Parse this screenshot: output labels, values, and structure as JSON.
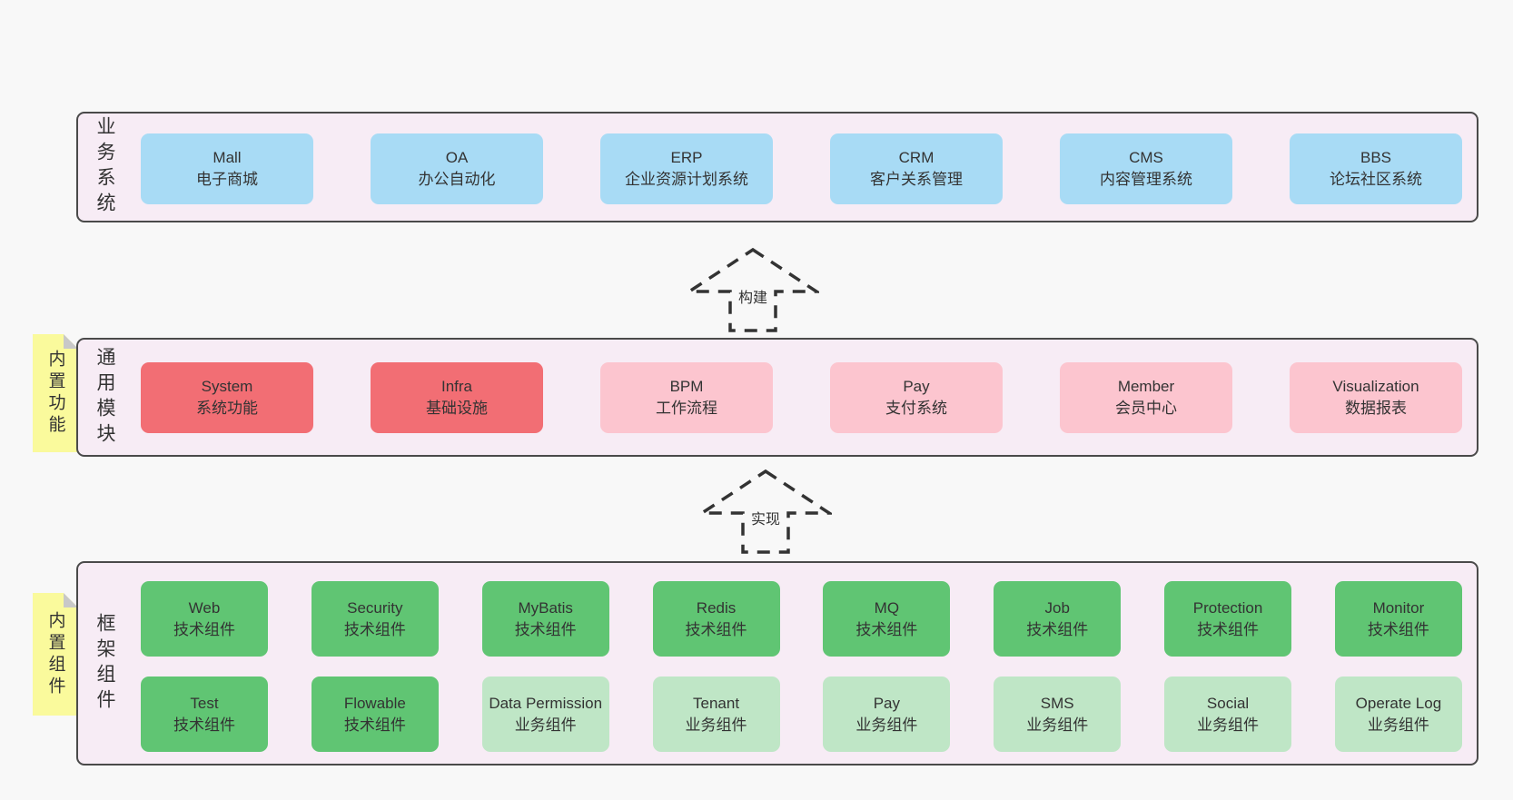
{
  "colors": {
    "page_bg": "#f8f8f8",
    "layer_bg": "#f7ecf5",
    "layer_border": "#4a4a4a",
    "blue_box": "#a8dbf5",
    "red_box": "#f26e74",
    "pink_box": "#fcc5cf",
    "green_box": "#60c573",
    "light_green_box": "#bfe6c6",
    "note_yellow": "#fafa9c",
    "note_fold_gray": "#c8c8c8",
    "text": "#333333",
    "arrow_stroke": "#333333"
  },
  "arrows": {
    "build": "构建",
    "implement": "实现"
  },
  "layers": {
    "business": {
      "label": "业务系统",
      "items": [
        {
          "name": "Mall",
          "desc": "电子商城"
        },
        {
          "name": "OA",
          "desc": "办公自动化"
        },
        {
          "name": "ERP",
          "desc": "企业资源计划系统"
        },
        {
          "name": "CRM",
          "desc": "客户关系管理"
        },
        {
          "name": "CMS",
          "desc": "内容管理系统"
        },
        {
          "name": "BBS",
          "desc": "论坛社区系统"
        }
      ]
    },
    "modules": {
      "label": "通用模块",
      "note": "内置功能",
      "items": [
        {
          "name": "System",
          "desc": "系统功能"
        },
        {
          "name": "Infra",
          "desc": "基础设施"
        },
        {
          "name": "BPM",
          "desc": "工作流程"
        },
        {
          "name": "Pay",
          "desc": "支付系统"
        },
        {
          "name": "Member",
          "desc": "会员中心"
        },
        {
          "name": "Visualization",
          "desc": "数据报表"
        }
      ]
    },
    "framework": {
      "label": "框架组件",
      "note": "内置组件",
      "row1": [
        {
          "name": "Web",
          "desc": "技术组件"
        },
        {
          "name": "Security",
          "desc": "技术组件"
        },
        {
          "name": "MyBatis",
          "desc": "技术组件"
        },
        {
          "name": "Redis",
          "desc": "技术组件"
        },
        {
          "name": "MQ",
          "desc": "技术组件"
        },
        {
          "name": "Job",
          "desc": "技术组件"
        },
        {
          "name": "Protection",
          "desc": "技术组件"
        },
        {
          "name": "Monitor",
          "desc": "技术组件"
        }
      ],
      "row2": [
        {
          "name": "Test",
          "desc": "技术组件"
        },
        {
          "name": "Flowable",
          "desc": "技术组件"
        },
        {
          "name": "Data Permission",
          "desc": "业务组件"
        },
        {
          "name": "Tenant",
          "desc": "业务组件"
        },
        {
          "name": "Pay",
          "desc": "业务组件"
        },
        {
          "name": "SMS",
          "desc": "业务组件"
        },
        {
          "name": "Social",
          "desc": "业务组件"
        },
        {
          "name": "Operate Log",
          "desc": "业务组件"
        }
      ]
    }
  }
}
